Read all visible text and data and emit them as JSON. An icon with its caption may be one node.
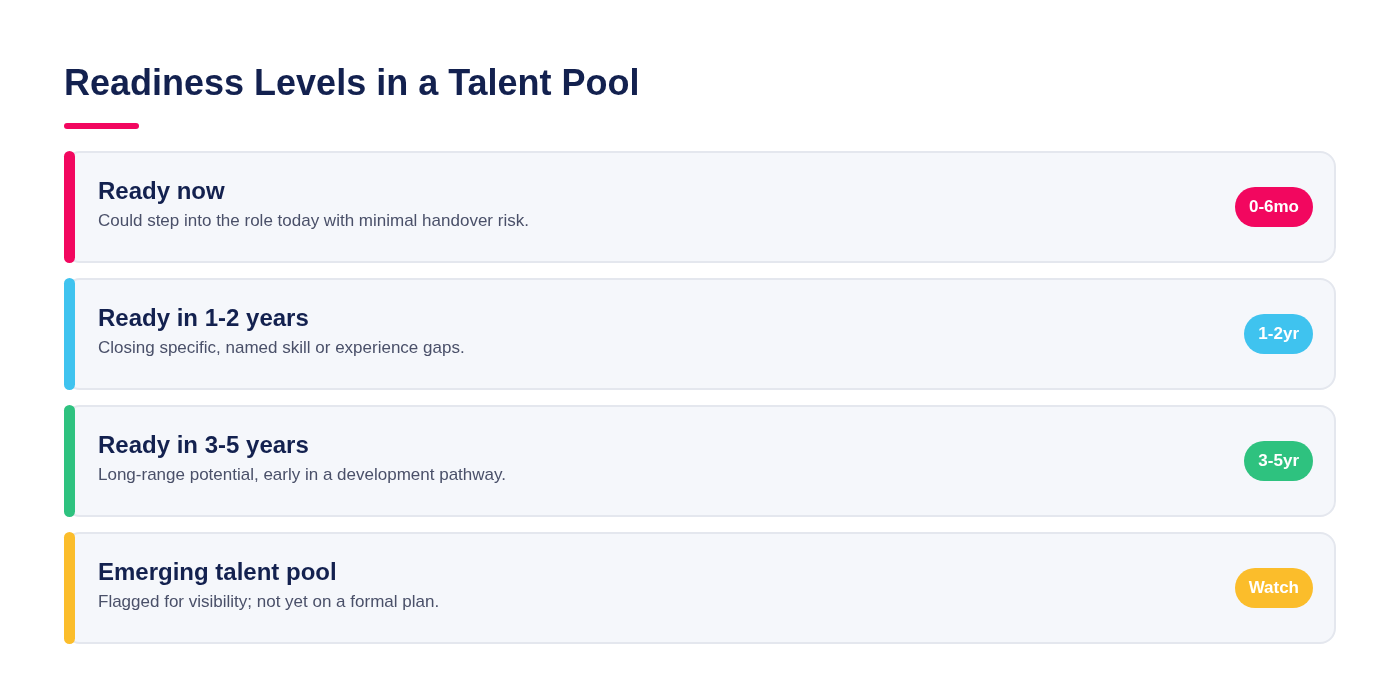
{
  "diagram": {
    "title": "Readiness Levels in a Talent Pool",
    "nodes": [
      {
        "text": [
          "Ready now",
          "Could step into the role today with minimal handover risk."
        ]
      },
      {
        "text": [
          "0-6mo"
        ],
        "in": 0
      },
      {
        "text": [
          "Ready in 1-2 years",
          "Closing specific, named skill or experience gaps."
        ]
      },
      {
        "text": [
          "1-2yr"
        ],
        "in": 2
      },
      {
        "text": [
          "Ready in 3-5 years",
          "Long-range potential, early in a development pathway."
        ]
      },
      {
        "text": [
          "3-5yr"
        ],
        "in": 4
      },
      {
        "text": [
          "Emerging talent pool",
          "Flagged for visibility; not yet on a formal plan."
        ]
      },
      {
        "text": [
          "Watch"
        ],
        "in": 6
      }
    ]
  }
}
